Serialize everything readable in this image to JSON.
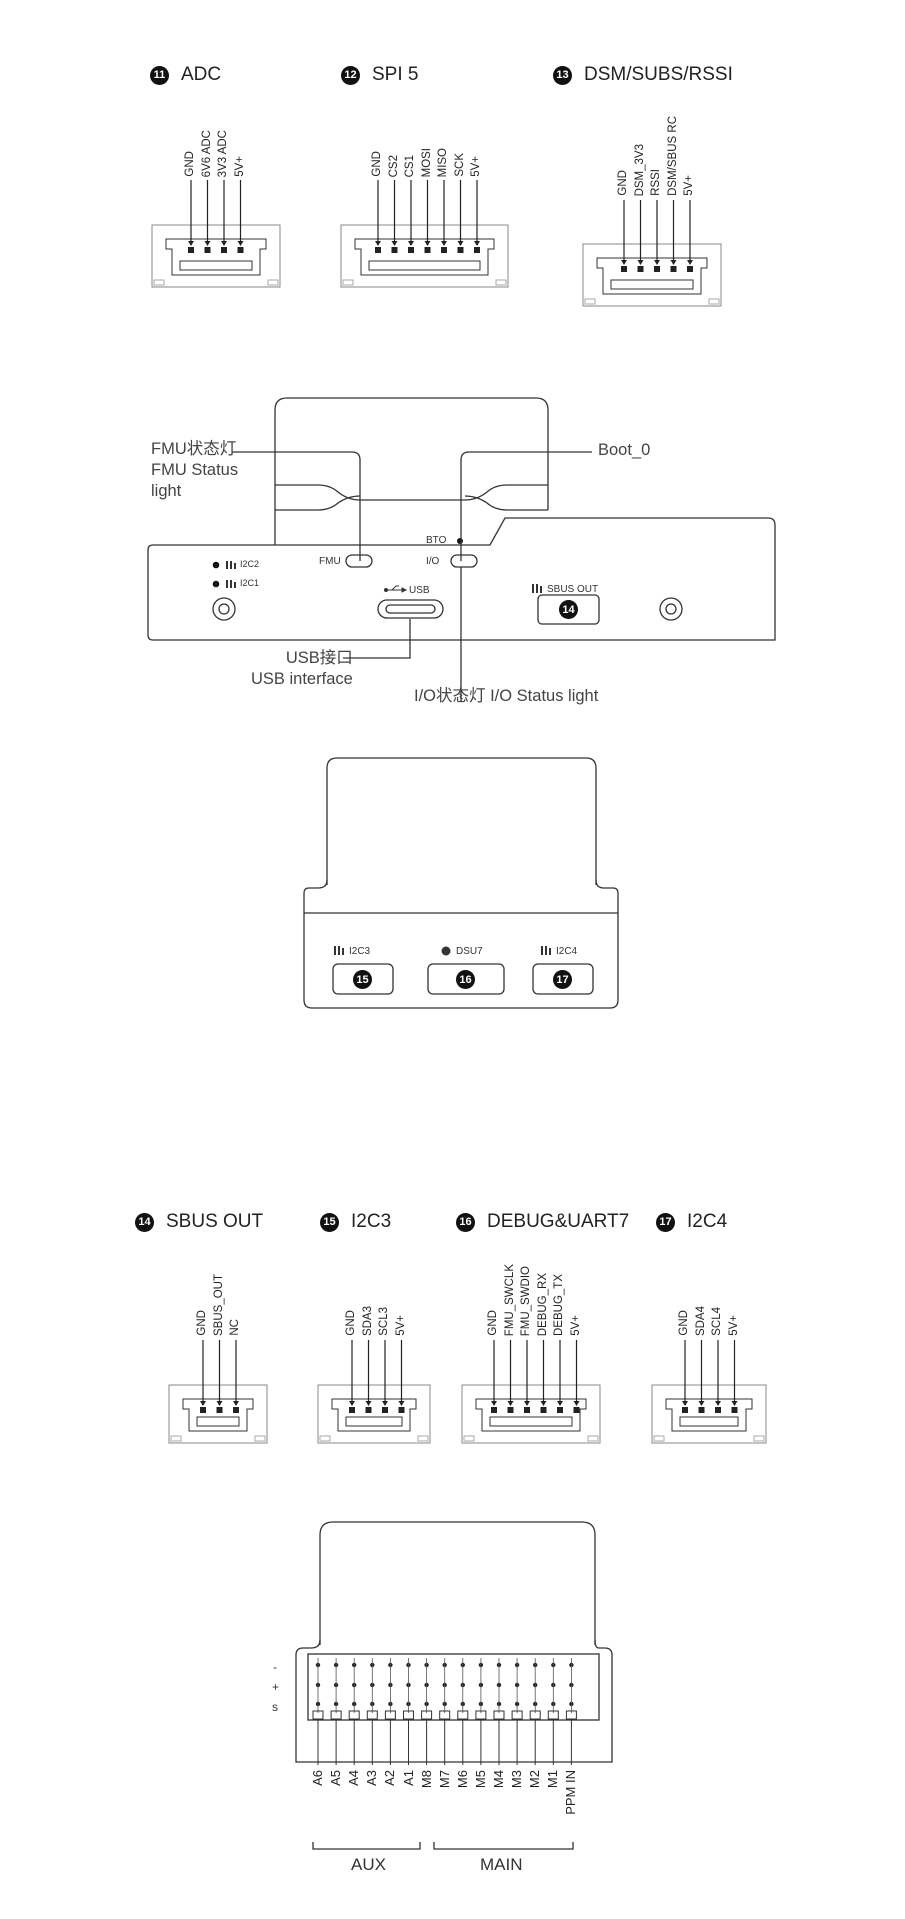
{
  "connectors_top": [
    {
      "num": "11",
      "name": "ADC",
      "pins": [
        "GND",
        "6V6 ADC",
        "3V3 ADC",
        "5V+"
      ]
    },
    {
      "num": "12",
      "name": "SPI 5",
      "pins": [
        "GND",
        "CS2",
        "CS1",
        "MOSI",
        "MISO",
        "SCK",
        "5V+"
      ]
    },
    {
      "num": "13",
      "name": "DSM/SUBS/RSSI",
      "pins": [
        "GND",
        "DSM_3V3",
        "RSSI",
        "DSM/SBUS RC",
        "5V+"
      ]
    }
  ],
  "front_panel": {
    "fmu_status": [
      "FMU状态灯",
      "FMU Status",
      "light"
    ],
    "boot": "Boot_0",
    "bto": "BTO",
    "io": "I/O",
    "fmu": "FMU",
    "i2c2": "I2C2",
    "i2c1": "I2C1",
    "usb": "USB",
    "sbus_out": "SBUS OUT",
    "sbus_num": "14",
    "usb_interface": [
      "USB接口",
      "USB interface"
    ],
    "io_status": "I/O状态灯 I/O Status light"
  },
  "side_panel": {
    "ports": [
      {
        "label": "I2C3",
        "num": "15"
      },
      {
        "label": "DSU7",
        "num": "16"
      },
      {
        "label": "I2C4",
        "num": "17"
      }
    ]
  },
  "connectors_bottom": [
    {
      "num": "14",
      "name": "SBUS OUT",
      "pins": [
        "GND",
        "SBUS_OUT",
        "NC"
      ]
    },
    {
      "num": "15",
      "name": "I2C3",
      "pins": [
        "GND",
        "SDA3",
        "SCL3",
        "5V+"
      ]
    },
    {
      "num": "16",
      "name": "DEBUG&UART7",
      "pins": [
        "GND",
        "FMU_SWCLK",
        "FMU_SWDIO",
        "DEBUG_RX",
        "DEBUG_TX",
        "5V+"
      ]
    },
    {
      "num": "17",
      "name": "I2C4",
      "pins": [
        "GND",
        "SDA4",
        "SCL4",
        "5V+"
      ]
    }
  ],
  "pwm_header": {
    "rows": [
      "-",
      "+",
      "s"
    ],
    "pins": [
      "A6",
      "A5",
      "A4",
      "A3",
      "A2",
      "A1",
      "M8",
      "M7",
      "M6",
      "M5",
      "M4",
      "M3",
      "M2",
      "M1",
      "PPM IN"
    ],
    "aux_label": "AUX",
    "main_label": "MAIN"
  },
  "colors": {
    "line": "#333333",
    "fill": "#ffffff",
    "badge": "#111111"
  }
}
